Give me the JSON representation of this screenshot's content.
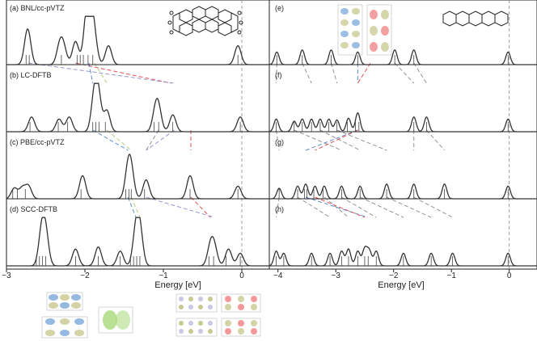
{
  "figure": {
    "left_xlabel": "Energy [eV]",
    "right_xlabel": "Energy [eV]"
  },
  "chart_data": [
    {
      "type": "line",
      "panel": "left",
      "xlim": [
        -3.0,
        0.35
      ],
      "xticks": [
        -3,
        -2,
        -1,
        0
      ],
      "xlabel": "Energy [eV]",
      "reference_line_x": 0,
      "rows": [
        {
          "label": "(a) BNL/cc-pVTZ",
          "peaks": [
            [
              -2.73,
              0.85
            ],
            [
              -2.32,
              0.45
            ],
            [
              -2.27,
              0.35
            ],
            [
              -2.12,
              0.55
            ],
            [
              -1.98,
              1.0
            ],
            [
              -1.93,
              1.0
            ],
            [
              -1.88,
              0.55
            ],
            [
              -1.7,
              0.45
            ],
            [
              -0.05,
              0.45
            ]
          ],
          "sticks": [
            -2.75,
            -2.71,
            -2.3,
            -2.1,
            -2.06,
            -2.02,
            -1.96,
            -1.9,
            -0.05
          ]
        },
        {
          "label": "(b) LC-DFTB",
          "peaks": [
            [
              -2.68,
              0.35
            ],
            [
              -2.33,
              0.3
            ],
            [
              -2.2,
              0.35
            ],
            [
              -1.88,
              0.8
            ],
            [
              -1.83,
              0.8
            ],
            [
              -1.72,
              0.5
            ],
            [
              -1.1,
              0.45
            ],
            [
              -1.06,
              0.45
            ],
            [
              -0.88,
              0.4
            ],
            [
              -0.02,
              0.35
            ]
          ],
          "sticks": [
            -2.7,
            -2.34,
            -2.22,
            -1.9,
            -1.86,
            -1.82,
            -1.74,
            -1.12,
            -1.06,
            -0.88,
            -0.02
          ]
        },
        {
          "label": "(c) PBE/cc-pVTZ",
          "peaks": [
            [
              -2.9,
              0.25
            ],
            [
              -2.8,
              0.25
            ],
            [
              -2.72,
              0.3
            ],
            [
              -2.03,
              0.55
            ],
            [
              -1.45,
              0.65
            ],
            [
              -1.41,
              0.55
            ],
            [
              -1.22,
              0.45
            ],
            [
              -0.66,
              0.55
            ],
            [
              -0.05,
              0.3
            ]
          ],
          "sticks": [
            -2.92,
            -2.86,
            -2.76,
            -2.05,
            -1.48,
            -1.44,
            -1.41,
            -1.24,
            -0.66,
            -0.05
          ]
        },
        {
          "label": "(d) SCC-DFTB",
          "peaks": [
            [
              -2.55,
              0.8
            ],
            [
              -2.5,
              0.7
            ],
            [
              -2.12,
              0.4
            ],
            [
              -1.83,
              0.45
            ],
            [
              -1.55,
              0.35
            ],
            [
              -1.35,
              0.8
            ],
            [
              -1.3,
              0.8
            ],
            [
              -0.4,
              0.45
            ],
            [
              -0.35,
              0.4
            ],
            [
              -0.17,
              0.4
            ],
            [
              -0.02,
              0.3
            ]
          ],
          "sticks": [
            -2.62,
            -2.58,
            -2.54,
            -2.5,
            -2.12,
            -1.83,
            -1.55,
            -1.42,
            -1.38,
            -1.34,
            -1.3,
            -0.42,
            -0.36,
            -0.2,
            -0.02
          ]
        }
      ]
    },
    {
      "type": "line",
      "panel": "right",
      "xlim": [
        -4.15,
        0.48
      ],
      "xticks": [
        -4,
        -3,
        -2,
        -1,
        0
      ],
      "xlabel": "Energy [eV]",
      "reference_line_x": 0,
      "rows": [
        {
          "label": "(e)",
          "peaks": [
            [
              -4.02,
              0.3
            ],
            [
              -3.58,
              0.35
            ],
            [
              -3.08,
              0.35
            ],
            [
              -2.62,
              0.3
            ],
            [
              -1.98,
              0.35
            ],
            [
              -1.65,
              0.35
            ],
            [
              -0.02,
              0.3
            ]
          ],
          "sticks": [
            -4.02,
            -3.58,
            -3.08,
            -2.62,
            -1.98,
            -1.65,
            -0.02
          ]
        },
        {
          "label": "(f)",
          "peaks": [
            [
              -4.03,
              0.3
            ],
            [
              -3.72,
              0.25
            ],
            [
              -3.58,
              0.3
            ],
            [
              -3.42,
              0.3
            ],
            [
              -3.27,
              0.3
            ],
            [
              -3.12,
              0.3
            ],
            [
              -2.98,
              0.28
            ],
            [
              -2.78,
              0.32
            ],
            [
              -2.62,
              0.45
            ],
            [
              -1.65,
              0.35
            ],
            [
              -1.43,
              0.35
            ],
            [
              -0.02,
              0.3
            ]
          ],
          "sticks": [
            -4.03,
            -3.72,
            -3.58,
            -3.42,
            -3.27,
            -3.12,
            -2.98,
            -2.8,
            -2.66,
            -2.6,
            -1.65,
            -1.43,
            -0.02
          ]
        },
        {
          "label": "(g)",
          "peaks": [
            [
              -3.98,
              0.25
            ],
            [
              -3.66,
              0.3
            ],
            [
              -3.52,
              0.35
            ],
            [
              -3.36,
              0.3
            ],
            [
              -3.2,
              0.3
            ],
            [
              -2.9,
              0.3
            ],
            [
              -2.58,
              0.3
            ],
            [
              -2.12,
              0.35
            ],
            [
              -1.65,
              0.35
            ],
            [
              -1.12,
              0.35
            ],
            [
              -0.02,
              0.3
            ]
          ],
          "sticks": [
            -3.98,
            -3.66,
            -3.54,
            -3.5,
            -3.38,
            -3.22,
            -2.9,
            -2.58,
            -2.12,
            -1.65,
            -1.12,
            -0.02
          ]
        },
        {
          "label": "(h)",
          "peaks": [
            [
              -4.03,
              0.35
            ],
            [
              -3.9,
              0.3
            ],
            [
              -3.42,
              0.3
            ],
            [
              -3.1,
              0.3
            ],
            [
              -2.9,
              0.35
            ],
            [
              -2.78,
              0.4
            ],
            [
              -2.62,
              0.35
            ],
            [
              -2.5,
              0.4
            ],
            [
              -2.42,
              0.35
            ],
            [
              -2.3,
              0.35
            ],
            [
              -1.83,
              0.3
            ],
            [
              -1.35,
              0.3
            ],
            [
              -0.98,
              0.3
            ],
            [
              -0.02,
              0.3
            ]
          ],
          "sticks": [
            -4.03,
            -3.9,
            -3.42,
            -3.1,
            -2.9,
            -2.78,
            -2.62,
            -2.5,
            -2.44,
            -2.3,
            -1.83,
            -1.35,
            -0.98,
            -0.02
          ]
        }
      ]
    }
  ],
  "connectors": {
    "left": [
      {
        "color": "#e04040",
        "from_row": 0,
        "from_x": -2.12,
        "to_row": 1,
        "to_x": -0.9
      },
      {
        "color": "#e04040",
        "from_row": 1,
        "from_x": -0.65,
        "to_row": 2,
        "to_x": -0.65
      },
      {
        "color": "#e04040",
        "from_row": 2,
        "from_x": -0.65,
        "to_row": 3,
        "to_x": -0.4
      },
      {
        "color": "#8a8ac8",
        "from_row": 0,
        "from_x": -2.72,
        "to_row": 1,
        "to_x": -0.86
      },
      {
        "color": "#8a8ac8",
        "from_row": 1,
        "from_x": -0.86,
        "to_row": 2,
        "to_x": -1.22
      },
      {
        "color": "#8a8ac8",
        "from_row": 2,
        "from_x": -1.22,
        "to_row": 3,
        "to_x": -0.35
      },
      {
        "color": "#4a80c8",
        "from_row": 0,
        "from_x": -1.95,
        "to_row": 1,
        "to_x": -1.9
      },
      {
        "color": "#4a80c8",
        "from_row": 1,
        "from_x": -1.9,
        "to_row": 2,
        "to_x": -1.45
      },
      {
        "color": "#4a80c8",
        "from_row": 2,
        "from_x": -1.45,
        "to_row": 3,
        "to_x": -1.35
      },
      {
        "color": "#a8c878",
        "from_row": 0,
        "from_x": -1.88,
        "to_row": 1,
        "to_x": -1.72
      },
      {
        "color": "#a8c878",
        "from_row": 1,
        "from_x": -1.72,
        "to_row": 2,
        "to_x": -1.41
      },
      {
        "color": "#a8c878",
        "from_row": 2,
        "from_x": -1.41,
        "to_row": 3,
        "to_x": -1.3
      },
      {
        "color": "#888888",
        "from_row": 1,
        "from_x": -1.06,
        "to_row": 2,
        "to_x": -1.22
      }
    ],
    "right": [
      {
        "color": "#888888",
        "from_row": 0,
        "from_x": -4.02,
        "to_row": 1,
        "to_x": -4.03
      },
      {
        "color": "#888888",
        "from_row": 0,
        "from_x": -3.58,
        "to_row": 1,
        "to_x": -3.42
      },
      {
        "color": "#888888",
        "from_row": 0,
        "from_x": -3.08,
        "to_row": 1,
        "to_x": -2.98
      },
      {
        "color": "#888888",
        "from_row": 0,
        "from_x": -1.98,
        "to_row": 1,
        "to_x": -1.65
      },
      {
        "color": "#888888",
        "from_row": 0,
        "from_x": -1.65,
        "to_row": 1,
        "to_x": -1.43
      },
      {
        "color": "#4a80c8",
        "from_row": 0,
        "from_x": -2.62,
        "to_row": 1,
        "to_x": -2.62
      },
      {
        "color": "#e04040",
        "from_row": 0,
        "from_x": -2.4,
        "to_row": 1,
        "to_x": -2.62
      },
      {
        "color": "#888888",
        "from_row": 1,
        "from_x": -4.03,
        "to_row": 2,
        "to_x": -3.98
      },
      {
        "color": "#888888",
        "from_row": 1,
        "from_x": -3.72,
        "to_row": 2,
        "to_x": -2.9
      },
      {
        "color": "#888888",
        "from_row": 1,
        "from_x": -3.27,
        "to_row": 2,
        "to_x": -2.58
      },
      {
        "color": "#888888",
        "from_row": 1,
        "from_x": -2.98,
        "to_row": 2,
        "to_x": -2.12
      },
      {
        "color": "#888888",
        "from_row": 1,
        "from_x": -1.65,
        "to_row": 2,
        "to_x": -1.65
      },
      {
        "color": "#888888",
        "from_row": 1,
        "from_x": -1.43,
        "to_row": 2,
        "to_x": -1.12
      },
      {
        "color": "#4a80c8",
        "from_row": 1,
        "from_x": -2.62,
        "to_row": 2,
        "to_x": -3.52
      },
      {
        "color": "#e04040",
        "from_row": 1,
        "from_x": -2.62,
        "to_row": 2,
        "to_x": -3.36
      },
      {
        "color": "#888888",
        "from_row": 2,
        "from_x": -3.98,
        "to_row": 3,
        "to_x": -4.03
      },
      {
        "color": "#888888",
        "from_row": 2,
        "from_x": -3.66,
        "to_row": 3,
        "to_x": -3.1
      },
      {
        "color": "#888888",
        "from_row": 2,
        "from_x": -3.2,
        "to_row": 3,
        "to_x": -2.78
      },
      {
        "color": "#888888",
        "from_row": 2,
        "from_x": -2.9,
        "to_row": 3,
        "to_x": -2.3
      },
      {
        "color": "#888888",
        "from_row": 2,
        "from_x": -2.58,
        "to_row": 3,
        "to_x": -1.83
      },
      {
        "color": "#888888",
        "from_row": 2,
        "from_x": -2.12,
        "to_row": 3,
        "to_x": -1.35
      },
      {
        "color": "#888888",
        "from_row": 2,
        "from_x": -1.65,
        "to_row": 3,
        "to_x": -0.98
      },
      {
        "color": "#4a80c8",
        "from_row": 2,
        "from_x": -3.52,
        "to_row": 3,
        "to_x": -2.45
      },
      {
        "color": "#e04040",
        "from_row": 2,
        "from_x": -3.36,
        "to_row": 3,
        "to_x": -2.5
      }
    ]
  },
  "colors": {
    "curve": "#333333",
    "axis": "#222222",
    "zero_line": "#888888",
    "orbital_blue": "#7aa8d8",
    "orbital_olive": "#c8c890",
    "orbital_red": "#f08080",
    "orbital_green": "#a8d878",
    "orbital_lavender": "#c8c8e8"
  },
  "icons": {
    "pdta_molecule": "ptcda-structure-icon",
    "pentacene_molecule": "pentacene-structure-icon",
    "orbital_pictures": "orbital-density-icon"
  }
}
